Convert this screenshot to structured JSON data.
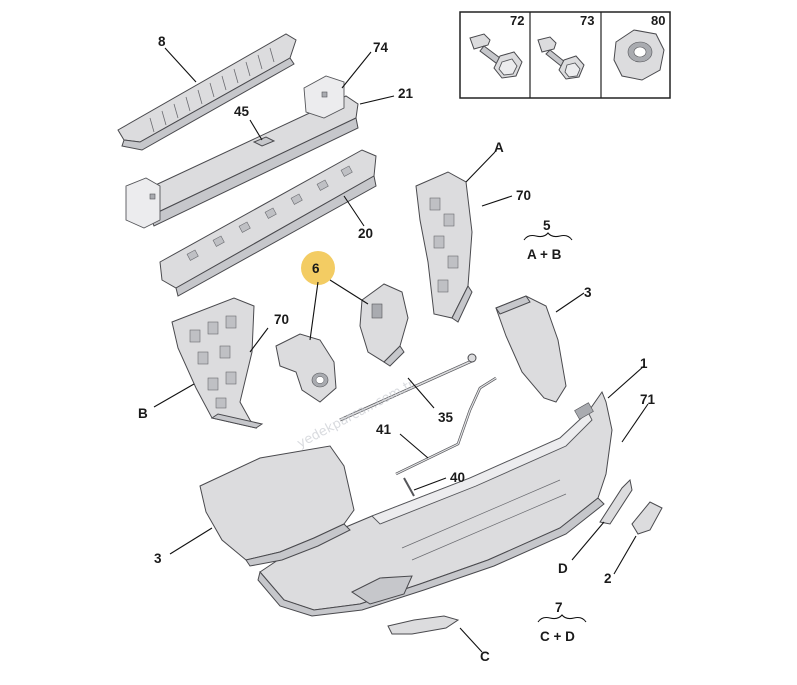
{
  "callouts": {
    "c8": "8",
    "c74": "74",
    "c21": "21",
    "c45": "45",
    "c20": "20",
    "cA": "A",
    "c70a": "70",
    "c70b": "70",
    "c6": "6",
    "c3a": "3",
    "c3b": "3",
    "c1": "1",
    "c71": "71",
    "cB": "B",
    "c35": "35",
    "c41": "41",
    "c40": "40",
    "cD": "D",
    "c2": "2",
    "cC": "C"
  },
  "kits": {
    "k5": {
      "number": "5",
      "formula": "A + B"
    },
    "k7": {
      "number": "7",
      "formula": "C + D"
    }
  },
  "fastener_table": {
    "h72": "72",
    "h73": "73",
    "h80": "80"
  },
  "highlight_color": "#f3cc63",
  "watermark": "yedekparca...com.tr"
}
